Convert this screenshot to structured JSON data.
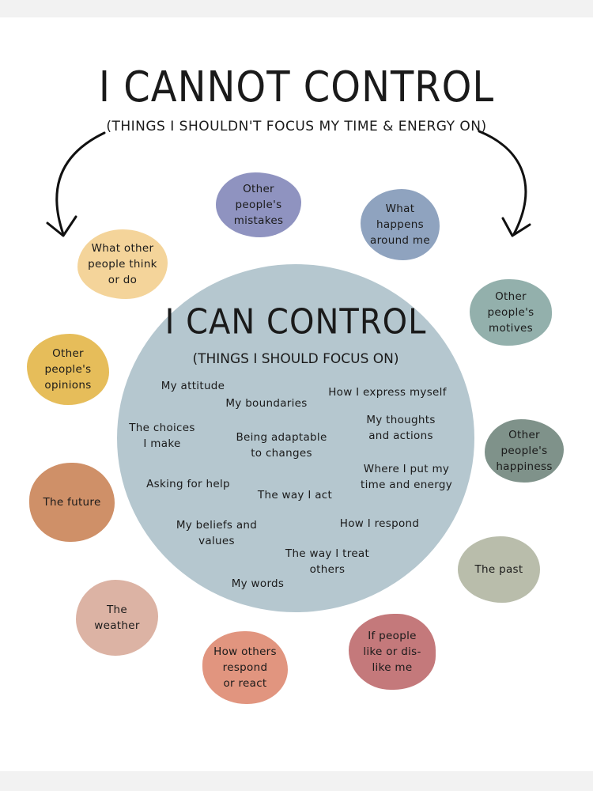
{
  "header": {
    "title": "I CANNOT CONTROL",
    "subtitle": "(THINGS I SHOULDN'T FOCUS MY TIME & ENERGY ON)"
  },
  "center": {
    "title": "I CAN CONTROL",
    "subtitle": "(THINGS I SHOULD FOCUS ON)",
    "color": "#b5c7cf",
    "items": [
      "My attitude",
      "My boundaries",
      "How I express myself",
      "The choices\nI make",
      "Being adaptable\nto changes",
      "My thoughts\nand actions",
      "Asking for help",
      "The way I act",
      "Where I put my\ntime and energy",
      "My beliefs and\nvalues",
      "How I respond",
      "The way I treat\nothers",
      "My words"
    ]
  },
  "outer_bubbles": [
    {
      "label": "Other\npeople's\nmistakes",
      "color": "#8f93c0"
    },
    {
      "label": "What\nhappens\naround me",
      "color": "#8fa3bf"
    },
    {
      "label": "What other\npeople think\nor do",
      "color": "#f4d49a"
    },
    {
      "label": "Other\npeople's\nmotives",
      "color": "#93b0ac"
    },
    {
      "label": "Other\npeople's\nopinions",
      "color": "#e6bd5a"
    },
    {
      "label": "Other\npeople's\nhappiness",
      "color": "#7f928a"
    },
    {
      "label": "The future",
      "color": "#cf9068"
    },
    {
      "label": "The past",
      "color": "#b9bdab"
    },
    {
      "label": "The\nweather",
      "color": "#dcb3a4"
    },
    {
      "label": "How others\nrespond\nor react",
      "color": "#e1957f"
    },
    {
      "label": "If people\nlike or dis-\nlike me",
      "color": "#c4797b"
    }
  ]
}
